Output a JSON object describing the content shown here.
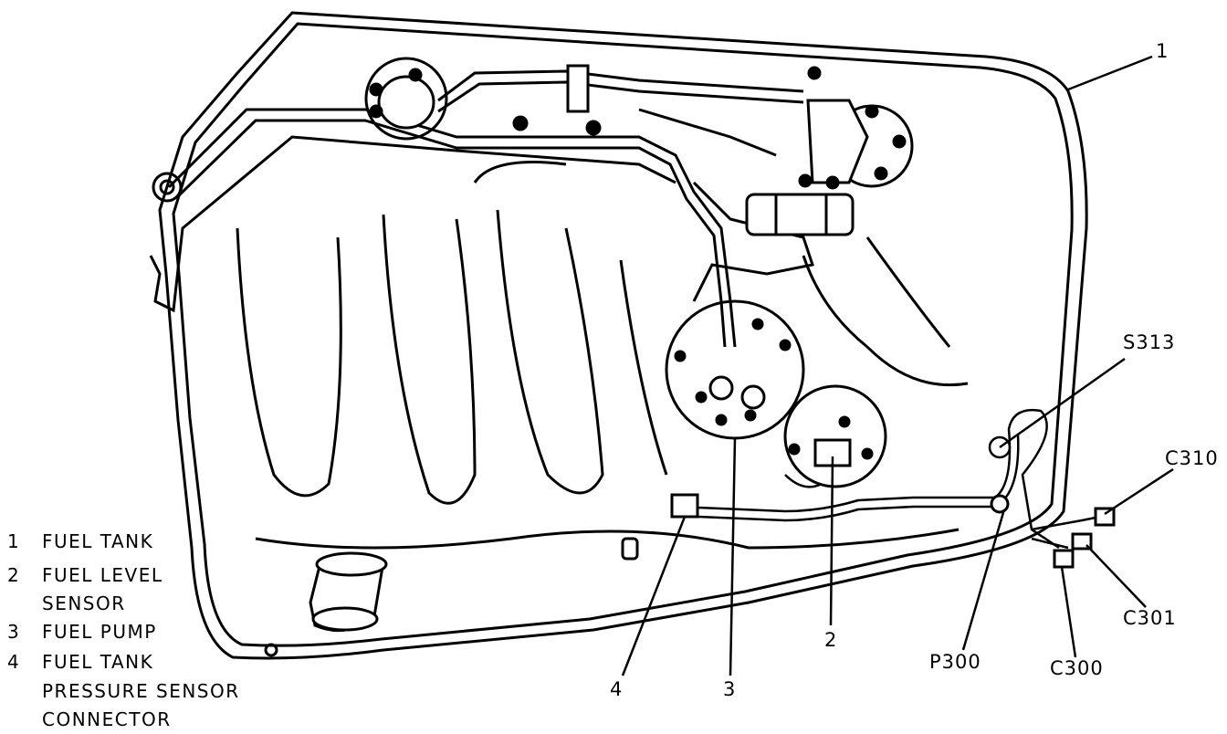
{
  "callouts": {
    "c1": "1",
    "c2": "2",
    "c3": "3",
    "c4": "4",
    "s313": "S313",
    "c310": "C310",
    "c301": "C301",
    "c300": "C300",
    "p300": "P300"
  },
  "legend": [
    {
      "num": "1",
      "lines": [
        "FUEL TANK"
      ]
    },
    {
      "num": "2",
      "lines": [
        "FUEL LEVEL",
        "SENSOR"
      ]
    },
    {
      "num": "3",
      "lines": [
        "FUEL PUMP"
      ]
    },
    {
      "num": "4",
      "lines": [
        "FUEL TANK",
        "PRESSURE SENSOR",
        "CONNECTOR"
      ]
    }
  ]
}
